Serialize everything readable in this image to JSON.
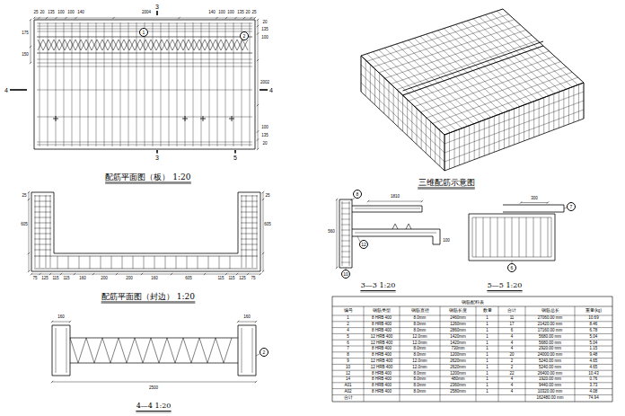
{
  "diagram": {
    "nodes": [
      {
        "text": [
          "1"
        ]
      },
      {
        "text": [
          "2"
        ]
      },
      {
        "text": [
          "8"
        ]
      },
      {
        "text": [
          "12"
        ]
      },
      {
        "text": [
          "10"
        ]
      },
      {
        "text": [
          "7"
        ]
      },
      {
        "text": [
          "6"
        ]
      },
      {
        "text": [
          "2"
        ]
      }
    ],
    "labels": [
      "25",
      "20",
      "135",
      "100",
      "100",
      "140",
      "2004",
      "140",
      "100",
      "100",
      "135",
      "20",
      "25",
      "20",
      "135",
      "100",
      "2002",
      "100",
      "135",
      "20",
      "175",
      "150",
      "3",
      "3",
      "5",
      "4",
      "4",
      "配筋平面图（板） 1:20",
      "三维配筋示意图",
      "75",
      "125",
      "115",
      "115",
      "160",
      "200",
      "200",
      "160",
      "605",
      "115",
      "115",
      "125",
      "75",
      "25",
      "605",
      "25",
      "605",
      "配筋平面图（封边） 1:20",
      "1810",
      "560",
      "100",
      "3—3 1:20",
      "300",
      "5—5 1:20",
      "160",
      "160",
      "2500",
      "4—4 1:20",
      "钢筋配料表",
      "编号",
      "钢筋类型",
      "钢筋直径",
      "钢筋长度",
      "数量",
      "合计",
      "钢筋总长",
      "重量(kg)",
      "1",
      "8 HRB 400",
      "8.0mm",
      "2460mm",
      "1",
      "11",
      "27060.00 mm",
      "10.69",
      "2",
      "8 HRB 400",
      "8.0mm",
      "1260mm",
      "1",
      "17",
      "21420.00 mm",
      "8.46",
      "4",
      "8 HRB 400",
      "8.0mm",
      "2860mm",
      "1",
      "6",
      "17160.00 mm",
      "6.78",
      "5",
      "12 HRB 400",
      "12.0mm",
      "1420mm",
      "1",
      "4",
      "5680.00 mm",
      "5.04",
      "6",
      "12 HRB 400",
      "12.0mm",
      "1420mm",
      "1",
      "4",
      "5680.00 mm",
      "5.04",
      "7",
      "8 HRB 400",
      "8.0mm",
      "730mm",
      "1",
      "4",
      "2920.00 mm",
      "1.15",
      "8",
      "8 HRB 400",
      "8.0mm",
      "1200mm",
      "1",
      "20",
      "24000.00 mm",
      "9.48",
      "9",
      "12 HRB 400",
      "12.0mm",
      "2620mm",
      "1",
      "2",
      "5240.00 mm",
      "4.65",
      "10",
      "12 HRB 400",
      "12.0mm",
      "2620mm",
      "1",
      "2",
      "5240.00 mm",
      "4.65",
      "12",
      "8 HRB 400",
      "8.0mm",
      "1200mm",
      "1",
      "22",
      "26400.00 mm",
      "10.43",
      "14",
      "8 HRB 400",
      "8.0mm",
      "480mm",
      "1",
      "4",
      "1920.00 mm",
      "0.76",
      "A01",
      "8 HRB 400",
      "8.0mm",
      "2360mm",
      "1",
      "4",
      "9440.00 mm",
      "3.73",
      "A02",
      "8 HRB 400",
      "8.0mm",
      "2580mm",
      "1",
      "4",
      "10320.00 mm",
      "4.08",
      "合计",
      "162480.00 mm",
      "74.94"
    ]
  }
}
